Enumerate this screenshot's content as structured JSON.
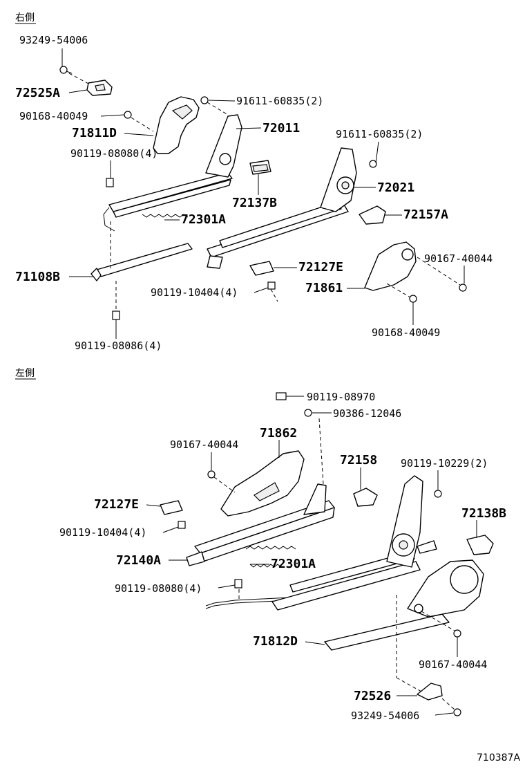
{
  "sections": {
    "right": "右側",
    "left": "左側"
  },
  "ref": "710387A",
  "labels": {
    "r_93249_54006": "93249-54006",
    "r_72525A": "72525A",
    "r_90168_40049_a": "90168-40049",
    "r_71811D": "71811D",
    "r_90119_08080": "90119-08080(4)",
    "r_91611_60835_a": "91611-60835(2)",
    "r_72011": "72011",
    "r_91611_60835_b": "91611-60835(2)",
    "r_72021": "72021",
    "r_72137B": "72137B",
    "r_72157A": "72157A",
    "r_72301A": "72301A",
    "r_71108B": "71108B",
    "r_72127E": "72127E",
    "r_90167_40044": "90167-40044",
    "r_90119_10404": "90119-10404(4)",
    "r_71861": "71861",
    "r_90168_40049_b": "90168-40049",
    "r_90119_08086": "90119-08086(4)",
    "l_90119_08970": "90119-08970",
    "l_90386_12046": "90386-12046",
    "l_71862": "71862",
    "l_90167_40044_a": "90167-40044",
    "l_72158": "72158",
    "l_90119_10229": "90119-10229(2)",
    "l_72127E": "72127E",
    "l_72138B": "72138B",
    "l_90119_10404": "90119-10404(4)",
    "l_72140A": "72140A",
    "l_72301A": "72301A",
    "l_90119_08080": "90119-08080(4)",
    "l_71812D": "71812D",
    "l_90167_40044_b": "90167-40044",
    "l_72526": "72526",
    "l_93249_54006": "93249-54006"
  }
}
